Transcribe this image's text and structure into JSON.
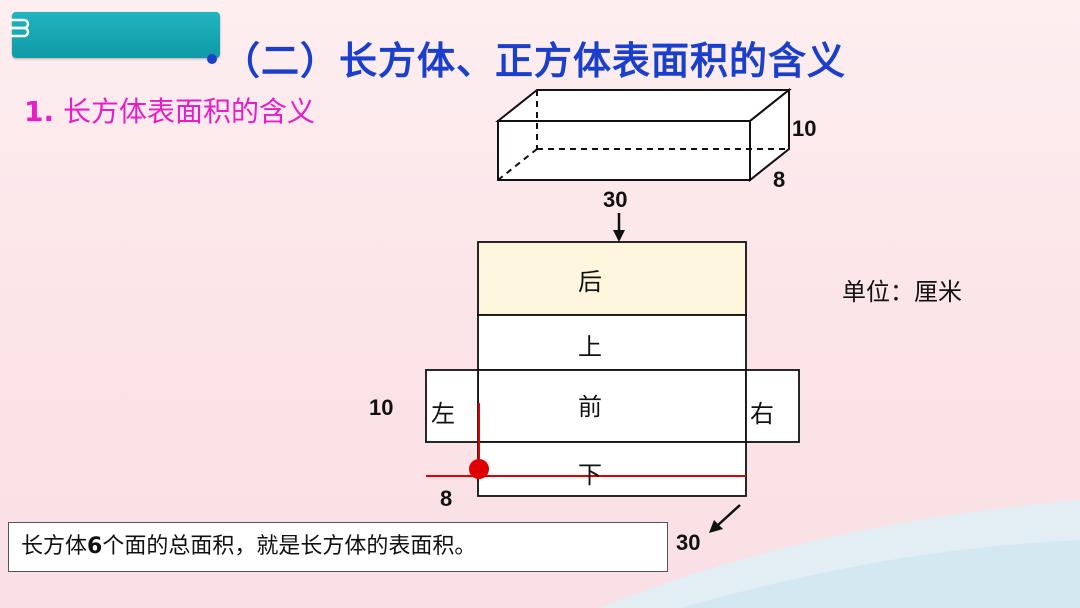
{
  "header": {
    "title": "（二）长方体、正方体表面积的含义"
  },
  "section": {
    "number": "1.",
    "heading": "长方体表面积的含义"
  },
  "cuboid": {
    "height_label": "10",
    "depth_label": "8",
    "length_label": "30"
  },
  "net": {
    "faces": {
      "back": "后",
      "top": "上",
      "front": "前",
      "bottom": "下",
      "left": "左",
      "right": "右"
    },
    "height_label": "10",
    "depth_label": "8",
    "length_label": "30"
  },
  "unit": "单位：厘米",
  "statement": {
    "before": "长方体",
    "count": "6",
    "after": "个面的总面积，就是长方体的表面积。"
  },
  "colors": {
    "title": "#1a3fcc",
    "subtitle": "#e61ec8",
    "tab": "#0f9aa6",
    "back_face_fill": "#fdf6dc",
    "marker": "#e00000"
  }
}
